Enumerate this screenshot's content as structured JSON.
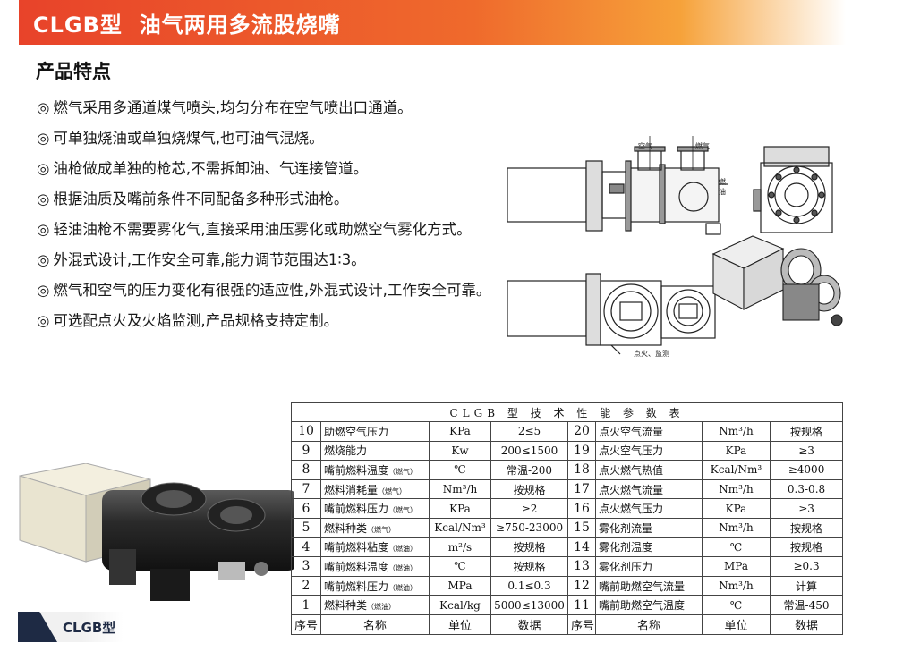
{
  "header": {
    "title": "CLGB型  油气两用多流股烧嘴"
  },
  "section": {
    "title": "产品特点"
  },
  "features": [
    "燃气采用多通道煤气喷头,均匀分布在空气喷出口通道。",
    "可单独烧油或单独烧煤气,也可油气混烧。",
    "油枪做成单独的枪芯,不需拆卸油、气连接管道。",
    "根据油质及嘴前条件不同配备多种形式油枪。",
    "轻油油枪不需要雾化气,直接采用油压雾化或助燃空气雾化方式。",
    "外混式设计,工作安全可靠,能力调节范围达1∶3。",
    "燃气和空气的压力变化有很强的适应性,外混式设计,工作安全可靠。",
    "可选配点火及火焰监测,产品规格支持定制。"
  ],
  "feature_mark": "◎",
  "drawing_labels": {
    "air": "空气",
    "gas": "燃气",
    "oil": "燃油",
    "ignition": "点火、监测"
  },
  "table": {
    "caption": "CLGB 型 技 术 性 能 参 数 表",
    "rows": [
      {
        "no_l": "10",
        "name_l": "助燃空气压力",
        "note_l": "",
        "unit_l": "KPa",
        "data_l": "2≤5",
        "no_r": "20",
        "name_r": "点火空气流量",
        "unit_r": "Nm³/h",
        "data_r": "按规格"
      },
      {
        "no_l": "9",
        "name_l": "燃烧能力",
        "note_l": "",
        "unit_l": "Kw",
        "data_l": "200≤1500",
        "no_r": "19",
        "name_r": "点火空气压力",
        "unit_r": "KPa",
        "data_r": "≥3"
      },
      {
        "no_l": "8",
        "name_l": "嘴前燃料温度",
        "note_l": "（燃气）",
        "unit_l": "℃",
        "data_l": "常温-200",
        "no_r": "18",
        "name_r": "点火燃气热值",
        "unit_r": "Kcal/Nm³",
        "data_r": "≥4000"
      },
      {
        "no_l": "7",
        "name_l": "燃料消耗量",
        "note_l": "（燃气）",
        "unit_l": "Nm³/h",
        "data_l": "按规格",
        "no_r": "17",
        "name_r": "点火燃气流量",
        "unit_r": "Nm³/h",
        "data_r": "0.3-0.8"
      },
      {
        "no_l": "6",
        "name_l": "嘴前燃料压力",
        "note_l": "（燃气）",
        "unit_l": "KPa",
        "data_l": "≥2",
        "no_r": "16",
        "name_r": "点火燃气压力",
        "unit_r": "KPa",
        "data_r": "≥3"
      },
      {
        "no_l": "5",
        "name_l": "燃料种类",
        "note_l": "（燃气）",
        "unit_l": "Kcal/Nm³",
        "data_l": "≥750-23000",
        "no_r": "15",
        "name_r": "雾化剂流量",
        "unit_r": "Nm³/h",
        "data_r": "按规格"
      },
      {
        "no_l": "4",
        "name_l": "嘴前燃料粘度",
        "note_l": "（燃油）",
        "unit_l": "m²/s",
        "data_l": "按规格",
        "no_r": "14",
        "name_r": "雾化剂温度",
        "unit_r": "℃",
        "data_r": "按规格"
      },
      {
        "no_l": "3",
        "name_l": "嘴前燃料温度",
        "note_l": "（燃油）",
        "unit_l": "℃",
        "data_l": "按规格",
        "no_r": "13",
        "name_r": "雾化剂压力",
        "unit_r": "MPa",
        "data_r": "≥0.3"
      },
      {
        "no_l": "2",
        "name_l": "嘴前燃料压力",
        "note_l": "（燃油）",
        "unit_l": "MPa",
        "data_l": "0.1≤0.3",
        "no_r": "12",
        "name_r": "嘴前助燃空气流量",
        "unit_r": "Nm³/h",
        "data_r": "计算"
      },
      {
        "no_l": "1",
        "name_l": "燃料种类",
        "note_l": "（燃油）",
        "unit_l": "Kcal/kg",
        "data_l": "5000≤13000",
        "no_r": "11",
        "name_r": "嘴前助燃空气温度",
        "unit_r": "℃",
        "data_r": "常温-450"
      }
    ],
    "header": {
      "no": "序号",
      "name": "名称",
      "unit": "单位",
      "data": "数据"
    }
  },
  "badge": {
    "model": "CLGB型"
  },
  "colors": {
    "banner_start": "#e8432a",
    "banner_end": "#f6a23a",
    "badge_dark": "#1e2a44"
  }
}
